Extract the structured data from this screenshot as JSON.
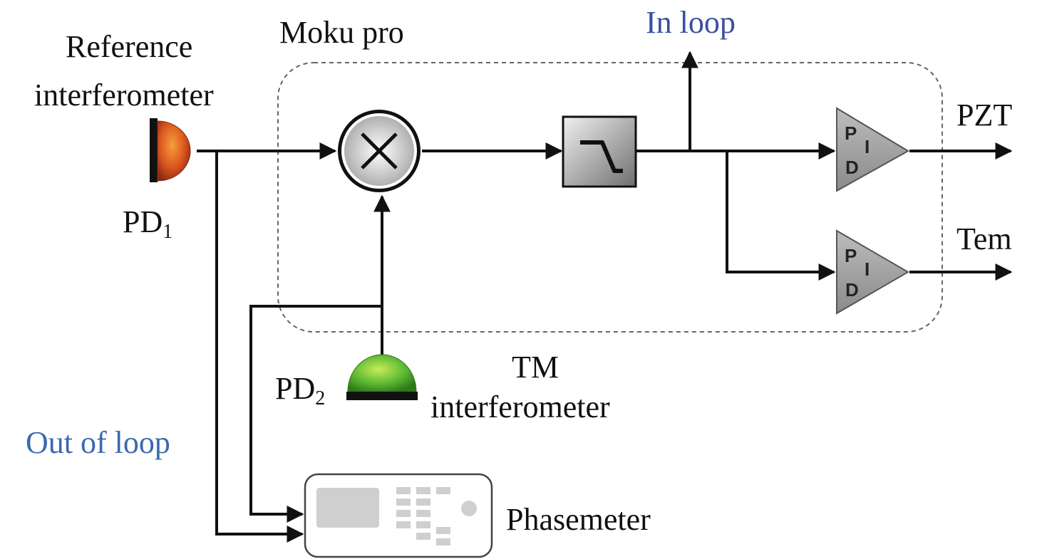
{
  "labels": {
    "moku": "Moku pro",
    "in_loop": "In loop",
    "reference_line1": "Reference",
    "reference_line2": "interferometer",
    "pd1_main": "PD",
    "pd1_sub": "1",
    "pd2_main": "PD",
    "pd2_sub": "2",
    "tm_line1": "TM",
    "tm_line2": "interferometer",
    "out_of_loop": "Out of loop",
    "phasemeter": "Phasemeter",
    "pzt": "PZT",
    "tem": "Tem"
  },
  "pid_letters": {
    "p": "P",
    "i": "I",
    "d": "D"
  },
  "colors": {
    "line": "#111111",
    "in_loop_text": "#3a4fa0",
    "out_of_loop_text": "#3a6ab0",
    "pd1": "#d9531e",
    "pd2": "#5cb832",
    "block_gray": "#9a9a9a",
    "dashed_box": "#666666"
  },
  "icons": [
    "mixer-icon",
    "low-pass-filter-icon",
    "pid-controller-icon",
    "photodiode-icon",
    "phasemeter-device-icon"
  ]
}
